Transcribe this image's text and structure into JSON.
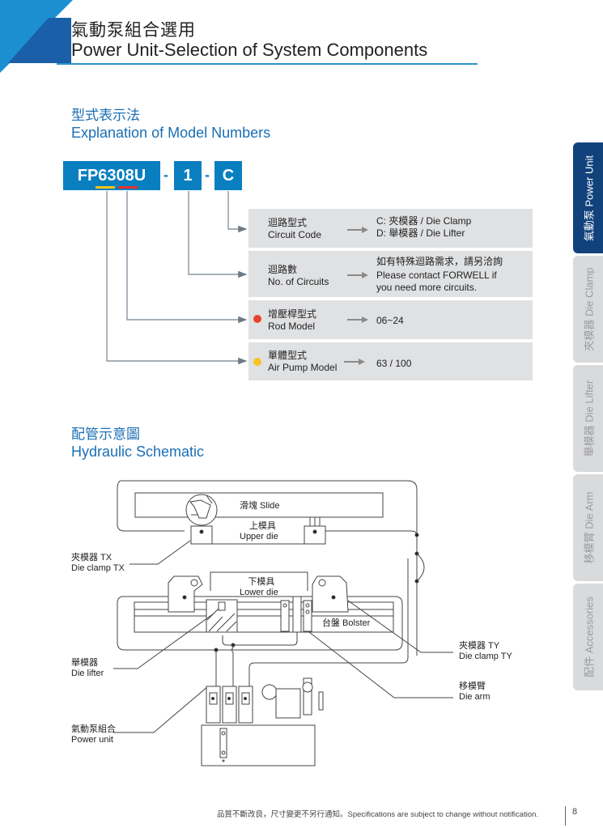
{
  "header": {
    "title_zh": "氣動泵組合選用",
    "title_en": "Power Unit-Selection of System Components"
  },
  "model_section": {
    "title_zh": "型式表示法",
    "title_en": "Explanation of Model Numbers",
    "code_parts": [
      "FP6308U",
      "1",
      "C"
    ],
    "separator": "-",
    "marker_colors": {
      "yellow": "#f5c518",
      "red": "#e8302c"
    },
    "rows": [
      {
        "label_zh": "迴路型式",
        "label_en": "Circuit Code",
        "value_lines": [
          "C: 夾模器 / Die Clamp",
          "D: 舉模器 / Die Lifter"
        ],
        "dot": null
      },
      {
        "label_zh": "迴路數",
        "label_en": "No. of Circuits",
        "value_lines": [
          "如有特殊迴路需求，請另洽詢",
          "Please contact FORWELL if",
          "you need more circuits."
        ],
        "dot": null
      },
      {
        "label_zh": "增壓桿型式",
        "label_en": "Rod Model",
        "value_lines": [
          "06~24"
        ],
        "dot": "#e8432c"
      },
      {
        "label_zh": "單體型式",
        "label_en": "Air Pump Model",
        "value_lines": [
          "63 / 100"
        ],
        "dot": "#f7c325"
      }
    ]
  },
  "schematic_section": {
    "title_zh": "配管示意圖",
    "title_en": "Hydraulic Schematic",
    "labels": {
      "slide": "滑塊 Slide",
      "upper_die_zh": "上模具",
      "upper_die_en": "Upper die",
      "lower_die_zh": "下模具",
      "lower_die_en": "Lower die",
      "bolster": "台盤 Bolster",
      "clamp_tx_zh": "夾模器 TX",
      "clamp_tx_en": "Die clamp TX",
      "lifter_zh": "舉模器",
      "lifter_en": "Die lifter",
      "power_unit_zh": "氣動泵組合",
      "power_unit_en": "Power unit",
      "clamp_ty_zh": "夾模器 TY",
      "clamp_ty_en": "Die clamp TY",
      "die_arm_zh": "移模臂",
      "die_arm_en": "Die arm"
    }
  },
  "side_tabs": [
    {
      "label": "氣動泵 Power Unit",
      "active": true
    },
    {
      "label": "夾模器 Die Clamp",
      "active": false
    },
    {
      "label": "舉模器 Die Lifter",
      "active": false
    },
    {
      "label": "移模臂 Die Arm",
      "active": false
    },
    {
      "label": "配件 Accessories",
      "active": false
    }
  ],
  "footer": {
    "note": "品質不斷改良，尺寸變更不另行通知。Specifications are subject to change without notification.",
    "page_number": "8"
  },
  "colors": {
    "brand_blue": "#0a7fc0",
    "heading_blue": "#1b6fb5",
    "tab_active": "#12427c",
    "row_bg": "#e0e1e3"
  }
}
